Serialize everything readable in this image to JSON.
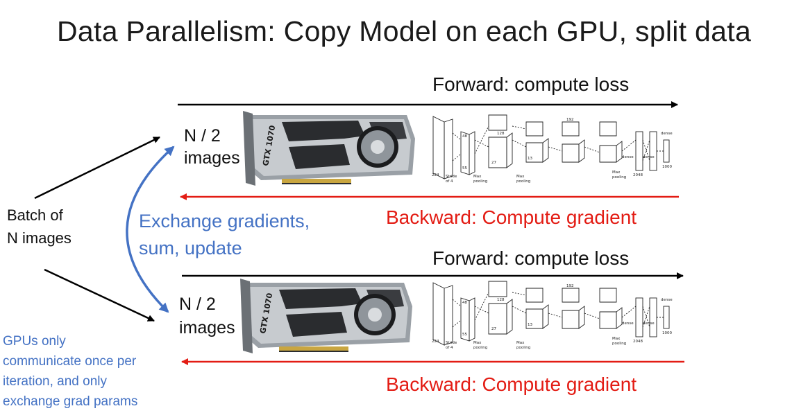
{
  "title": "Data Parallelism: Copy Model on each GPU, split data",
  "batch_label": [
    "Batch of",
    "N images"
  ],
  "exchange_label": [
    "Exchange gradients,",
    "sum, update"
  ],
  "note_lines": [
    "GPUs only",
    "communicate once per",
    "iteration, and only",
    "exchange grad params"
  ],
  "gpu_units": [
    {
      "split_label": [
        "N / 2",
        "images"
      ],
      "forward_label": "Forward: compute loss",
      "backward_label": "Backward: Compute gradient"
    },
    {
      "split_label": [
        "N / 2",
        "images"
      ],
      "forward_label": "Forward: compute loss",
      "backward_label": "Backward: Compute gradient"
    }
  ],
  "gpu_card_text": "GTX 1070",
  "network_labels": {
    "stride": [
      "Stride",
      "of 4"
    ],
    "max_pooling": [
      "Max",
      "pooling"
    ],
    "dense": "dense",
    "sizes": [
      "224",
      "55",
      "27",
      "13",
      "48",
      "128",
      "192",
      "2048",
      "1000"
    ]
  },
  "colors": {
    "forward_arrow": "#000000",
    "backward_arrow": "#e31c14",
    "exchange_arrow": "#4472c4",
    "note_text": "#4472c4"
  }
}
